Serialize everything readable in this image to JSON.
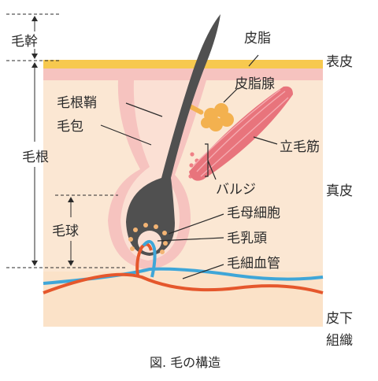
{
  "labels": {
    "hair_shaft": "毛幹",
    "sebum": "皮脂",
    "epidermis": "表皮",
    "sebaceous_gland": "皮脂腺",
    "root_sheath": "毛根鞘",
    "follicle": "毛包",
    "arrector_pili": "立毛筋",
    "hair_root": "毛根",
    "bulge": "バルジ",
    "dermis": "真皮",
    "hair_matrix_cell": "毛母細胞",
    "hair_bulb": "毛球",
    "dermal_papilla": "毛乳頭",
    "capillary": "毛細血管",
    "subcutaneous_1": "皮下",
    "subcutaneous_2": "組織"
  },
  "caption": "図.  毛の構造",
  "colors": {
    "epidermis_top": "#f7c94f",
    "skin_pink": "#f6c3bf",
    "dermis": "#fbe7d3",
    "subcutaneous": "#fbe2c8",
    "hair": "#505050",
    "muscle": "#e8747c",
    "gland": "#f3b14f",
    "artery": "#e5572c",
    "vein": "#3fa6d8",
    "matrix_dots": "#f3b474",
    "bulge_dots": "#ef7f86"
  }
}
